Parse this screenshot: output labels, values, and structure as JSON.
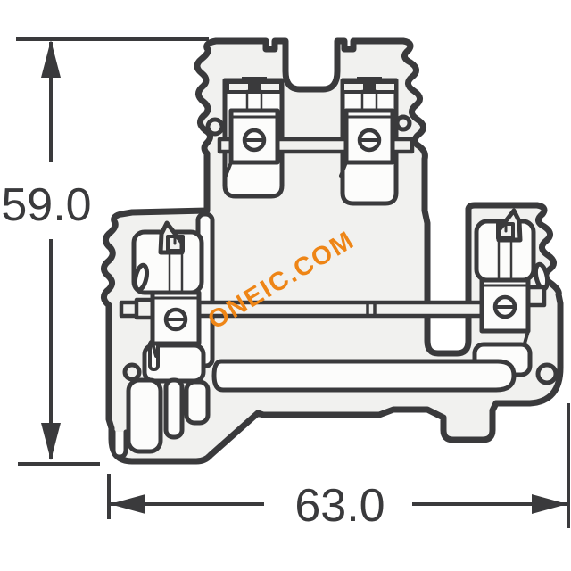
{
  "drawing": {
    "subject": "double-level screw-clamp terminal block side profile dimension drawing",
    "height_label": "59.0",
    "width_label": "63.0",
    "watermark": "ONEIC.COM",
    "colors": {
      "line": "#3a3a3c",
      "body_fill": "#f1f1ef",
      "cavity_fill": "#fcfcfb",
      "watermark": "#ee8516",
      "background": "#ffffff"
    }
  }
}
